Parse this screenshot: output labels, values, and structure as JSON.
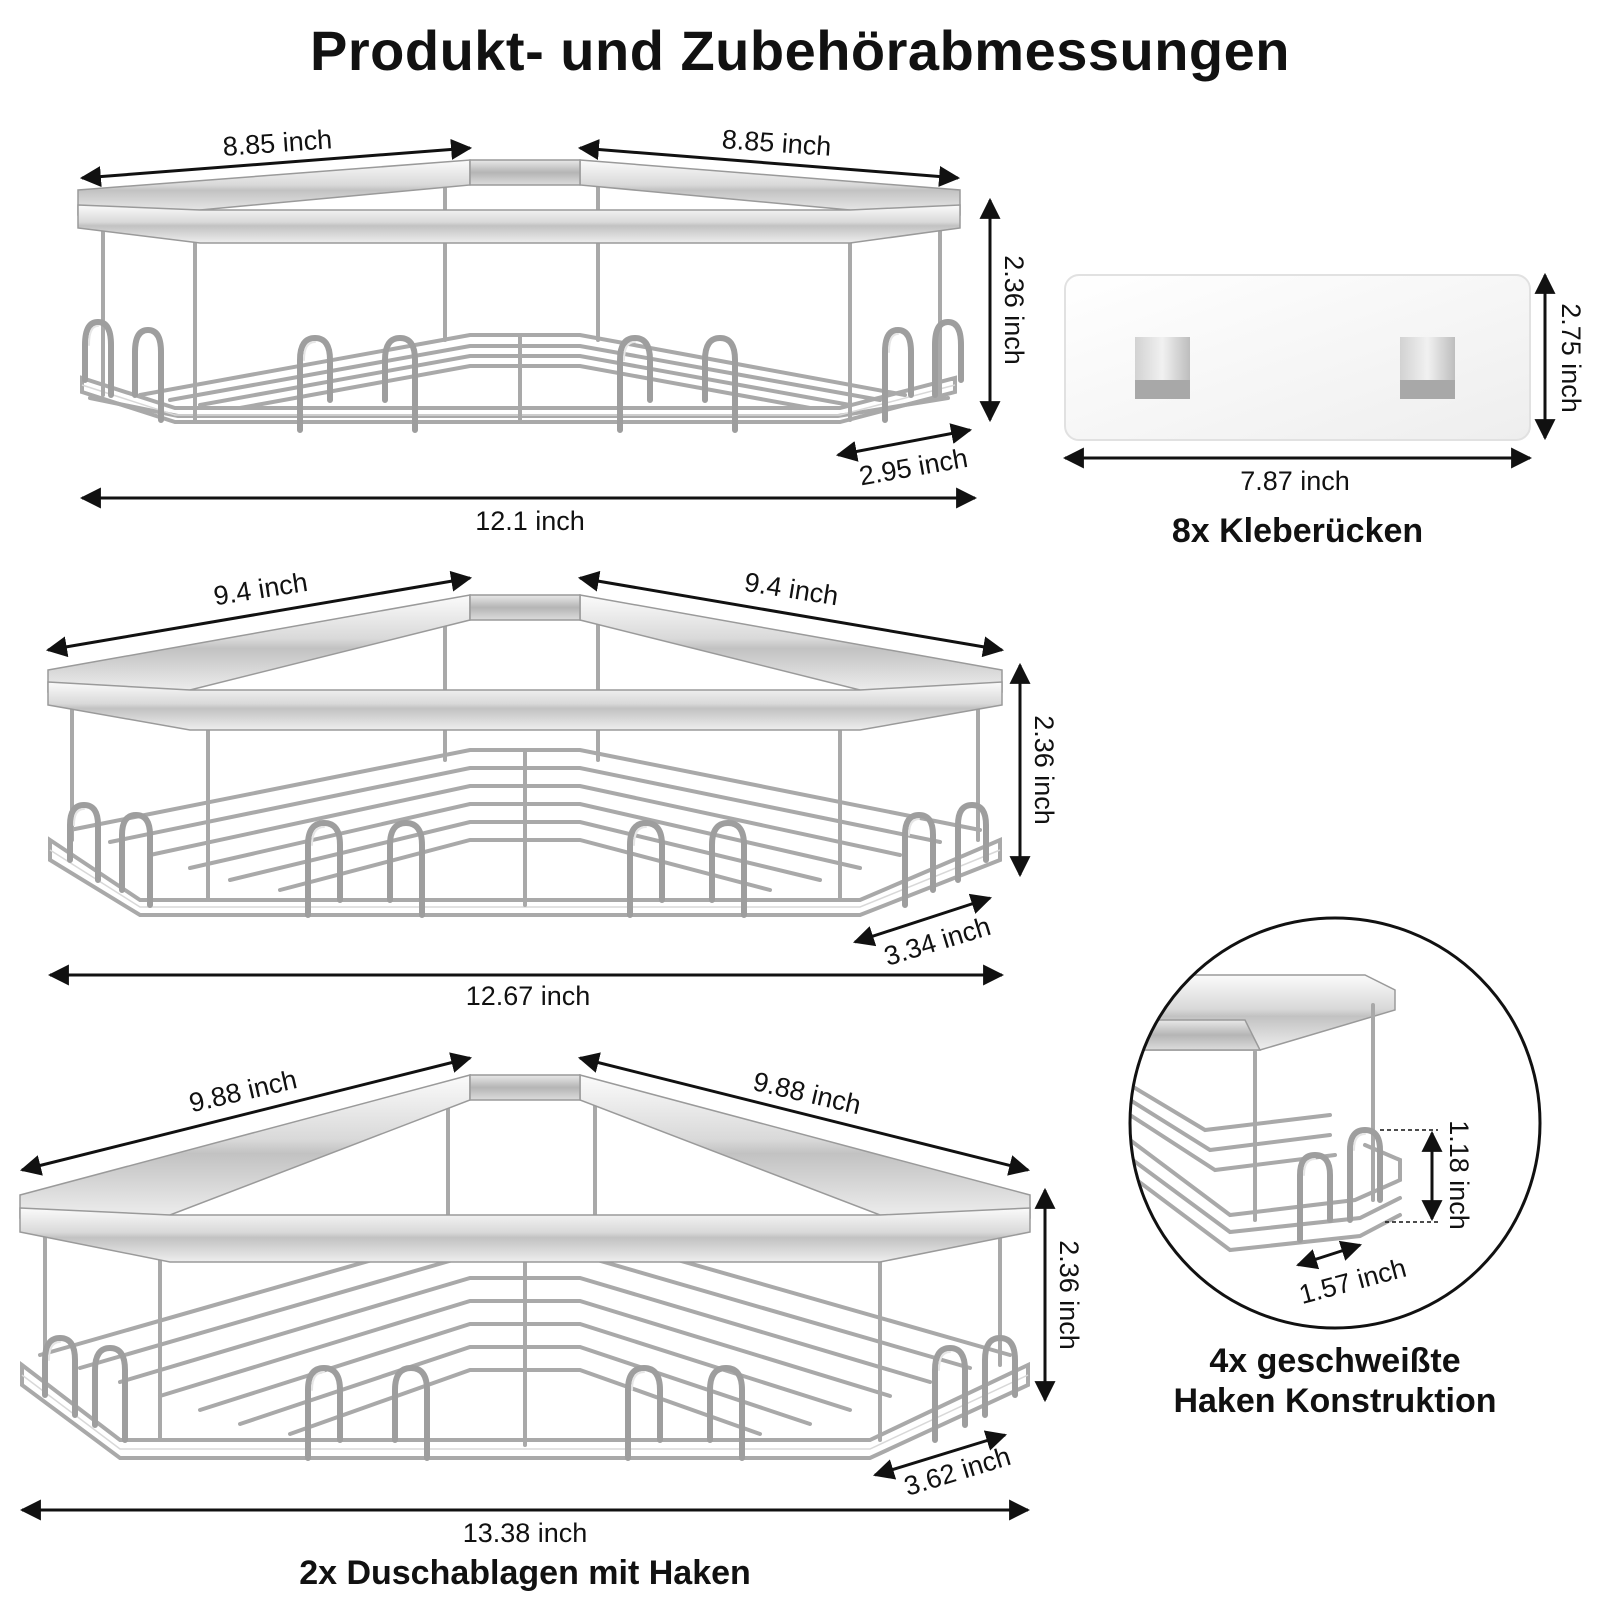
{
  "title": "Produkt- und Zubehörabmessungen",
  "shelves": [
    {
      "id": "small",
      "side_a": "8.85 inch",
      "side_b": "8.85 inch",
      "height": "2.36 inch",
      "depth": "2.95 inch",
      "width": "12.1 inch"
    },
    {
      "id": "medium",
      "side_a": "9.4 inch",
      "side_b": "9.4 inch",
      "height": "2.36 inch",
      "depth": "3.34 inch",
      "width": "12.67 inch"
    },
    {
      "id": "large",
      "side_a": "9.88 inch",
      "side_b": "9.88 inch",
      "height": "2.36 inch",
      "depth": "3.62 inch",
      "width": "13.38 inch"
    }
  ],
  "adhesive": {
    "height": "2.75 inch",
    "width": "7.87 inch",
    "caption": "8x Kleberücken"
  },
  "hook_detail": {
    "height": "1.18 inch",
    "width": "1.57 inch",
    "caption_line1": "4x geschweißte",
    "caption_line2": "Haken Konstruktion"
  },
  "shelves_caption": "2x Duschablagen mit Haken",
  "colors": {
    "metal_light": "#f4f4f4",
    "metal_mid": "#c9c9c9",
    "metal_dark": "#8f8f8f",
    "text": "#111111"
  }
}
